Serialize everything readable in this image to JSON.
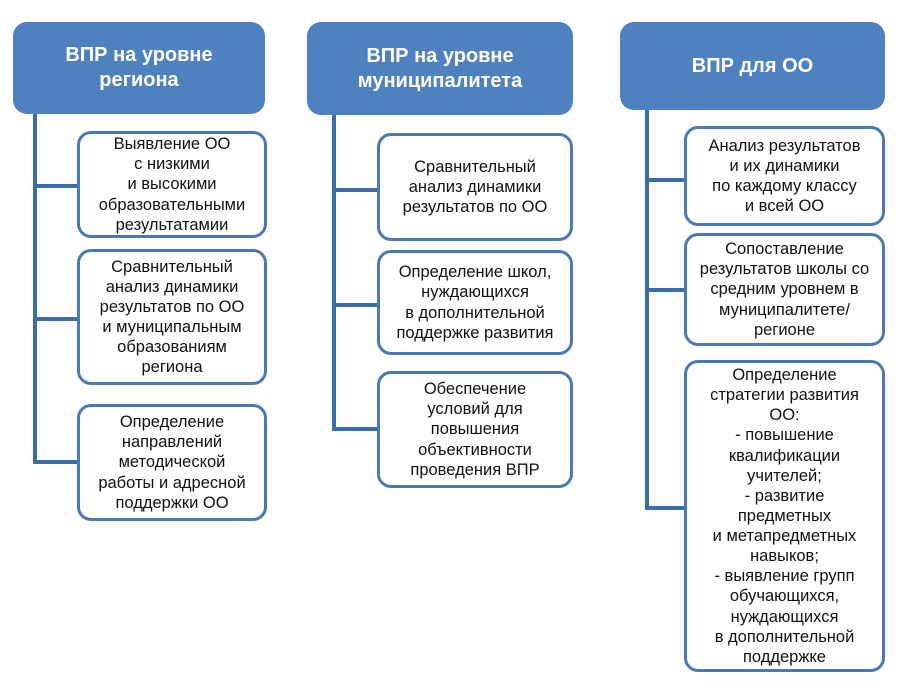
{
  "diagram": {
    "title": "ВПР: уровни использования результатов",
    "type": "tree-diagram",
    "colors": {
      "header_fill": "#4e81bd",
      "header_text": "#ffffff",
      "node_fill": "#ffffff",
      "node_border": "#4a7ab5",
      "connector": "#3c6da8",
      "background": "#ffffff"
    },
    "columns": [
      {
        "id": "region",
        "header": "ВПР на уровне\nрегиона",
        "nodes": [
          {
            "id": "region-node-1",
            "text": "Выявление ОО\nс низкими\nи высокими\nобразовательными\nрезультатамии"
          },
          {
            "id": "region-node-2",
            "text": "Сравнительный\nанализ динамики\nрезультатов по ОО\nи муниципальным\nобразованиям\nрегиона"
          },
          {
            "id": "region-node-3",
            "text": "Определение\nнаправлений\nметодической\nработы и адресной\nподдержки ОО"
          }
        ]
      },
      {
        "id": "municipality",
        "header": "ВПР на уровне\nмуниципалитета",
        "nodes": [
          {
            "id": "municipality-node-1",
            "text": "Сравнительный\nанализ динамики\nрезультатов по ОО"
          },
          {
            "id": "municipality-node-2",
            "text": "Определение школ,\nнуждающихся\nв дополнительной\nподдержке развития"
          },
          {
            "id": "municipality-node-3",
            "text": "Обеспечение\nусловий для\nповышения\nобъективности\nпроведения ВПР"
          }
        ]
      },
      {
        "id": "school",
        "header": "ВПР для ОО",
        "nodes": [
          {
            "id": "school-node-1",
            "text": "Анализ результатов\nи их динамики\nпо каждому классу\nи всей ОО"
          },
          {
            "id": "school-node-2",
            "text": "Сопоставление\nрезультатов школы со\nсредним уровнем в\nмуниципалитете/\nрегионе"
          },
          {
            "id": "school-node-3",
            "text": "Определение\nстратегии развития\nОО:\n- повышение\nквалификации\nучителей;\n- развитие\nпредметных\nи метапредметных\nнавыков;\n- выявление групп\nобучающихся,\nнуждающихся\nв дополнительной\nподдержке"
          }
        ]
      }
    ]
  }
}
